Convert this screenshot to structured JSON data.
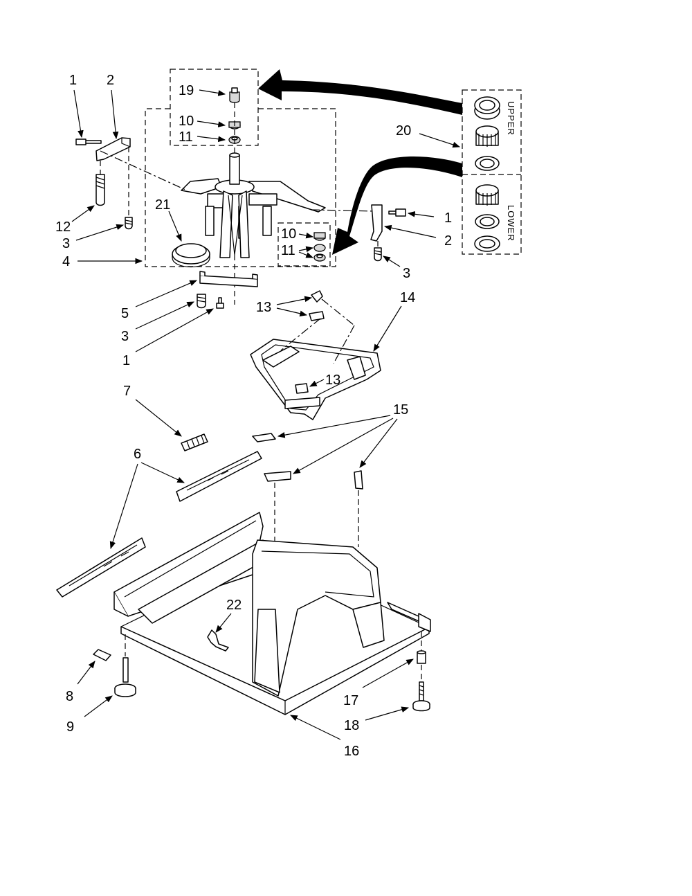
{
  "callouts": {
    "c1_top_left": "1",
    "c2_top_left": "2",
    "c19": "19",
    "c10_top": "10",
    "c11_top": "11",
    "c20": "20",
    "c21": "21",
    "c12": "12",
    "c3_left": "3",
    "c4": "4",
    "c10_right": "10",
    "c11_right": "11",
    "c1_right": "1",
    "c2_right": "2",
    "c3_right": "3",
    "c5": "5",
    "c3_lower": "3",
    "c1_lower": "1",
    "c13_top": "13",
    "c14": "14",
    "c13_mid": "13",
    "c7": "7",
    "c15": "15",
    "c6": "6",
    "c22": "22",
    "c8": "8",
    "c9": "9",
    "c17": "17",
    "c18": "18",
    "c16": "16"
  },
  "bearing_kit": {
    "upper_label": "UPPER",
    "lower_label": "LOWER"
  }
}
